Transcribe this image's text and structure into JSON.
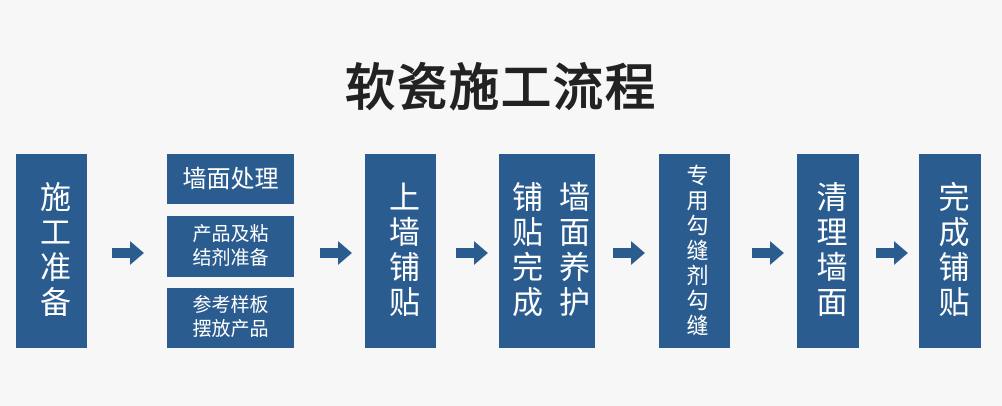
{
  "title": "软瓷施工流程",
  "steps": {
    "s1": "施工准备",
    "s2a": "墙面处理",
    "s2b_line1": "产品及粘",
    "s2b_line2": "结剂准备",
    "s2c_line1": "参考样板",
    "s2c_line2": "摆放产品",
    "s3": "上墙铺贴",
    "s4_col1": "铺贴完成",
    "s4_col2": "墙面养护",
    "s5": "专用勾缝剂勾缝",
    "s6": "清理墙面",
    "s7": "完成铺贴"
  },
  "colors": {
    "box": "#2b5c8f",
    "arrow": "#2b5c8f",
    "background": "#f7f7f7",
    "title": "#222222"
  }
}
